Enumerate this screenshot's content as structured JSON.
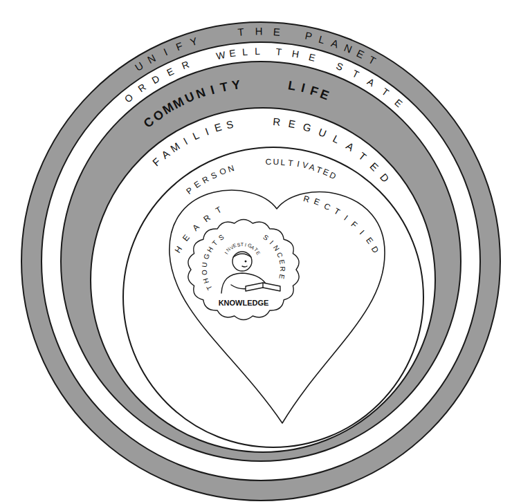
{
  "diagram": {
    "nodes": [
      {
        "text": [
          "UNIFY THE PLANET"
        ]
      },
      {
        "text": [
          "ORDER WELL THE STATE"
        ],
        "in": 0
      },
      {
        "text": [
          "COMMUNITY LIFE"
        ],
        "in": 1
      },
      {
        "text": [
          "FAMILIES REGULATED"
        ],
        "in": 2
      },
      {
        "text": [
          "PERSON CULTIVATED"
        ],
        "in": 3
      },
      {
        "text": [
          "HEART RECTIFIED"
        ],
        "in": 4
      },
      {
        "text": [
          "THOUGHTS SINCERE",
          "INVESTIGATE",
          "KNOWLEDGE"
        ],
        "in": 5
      }
    ]
  }
}
